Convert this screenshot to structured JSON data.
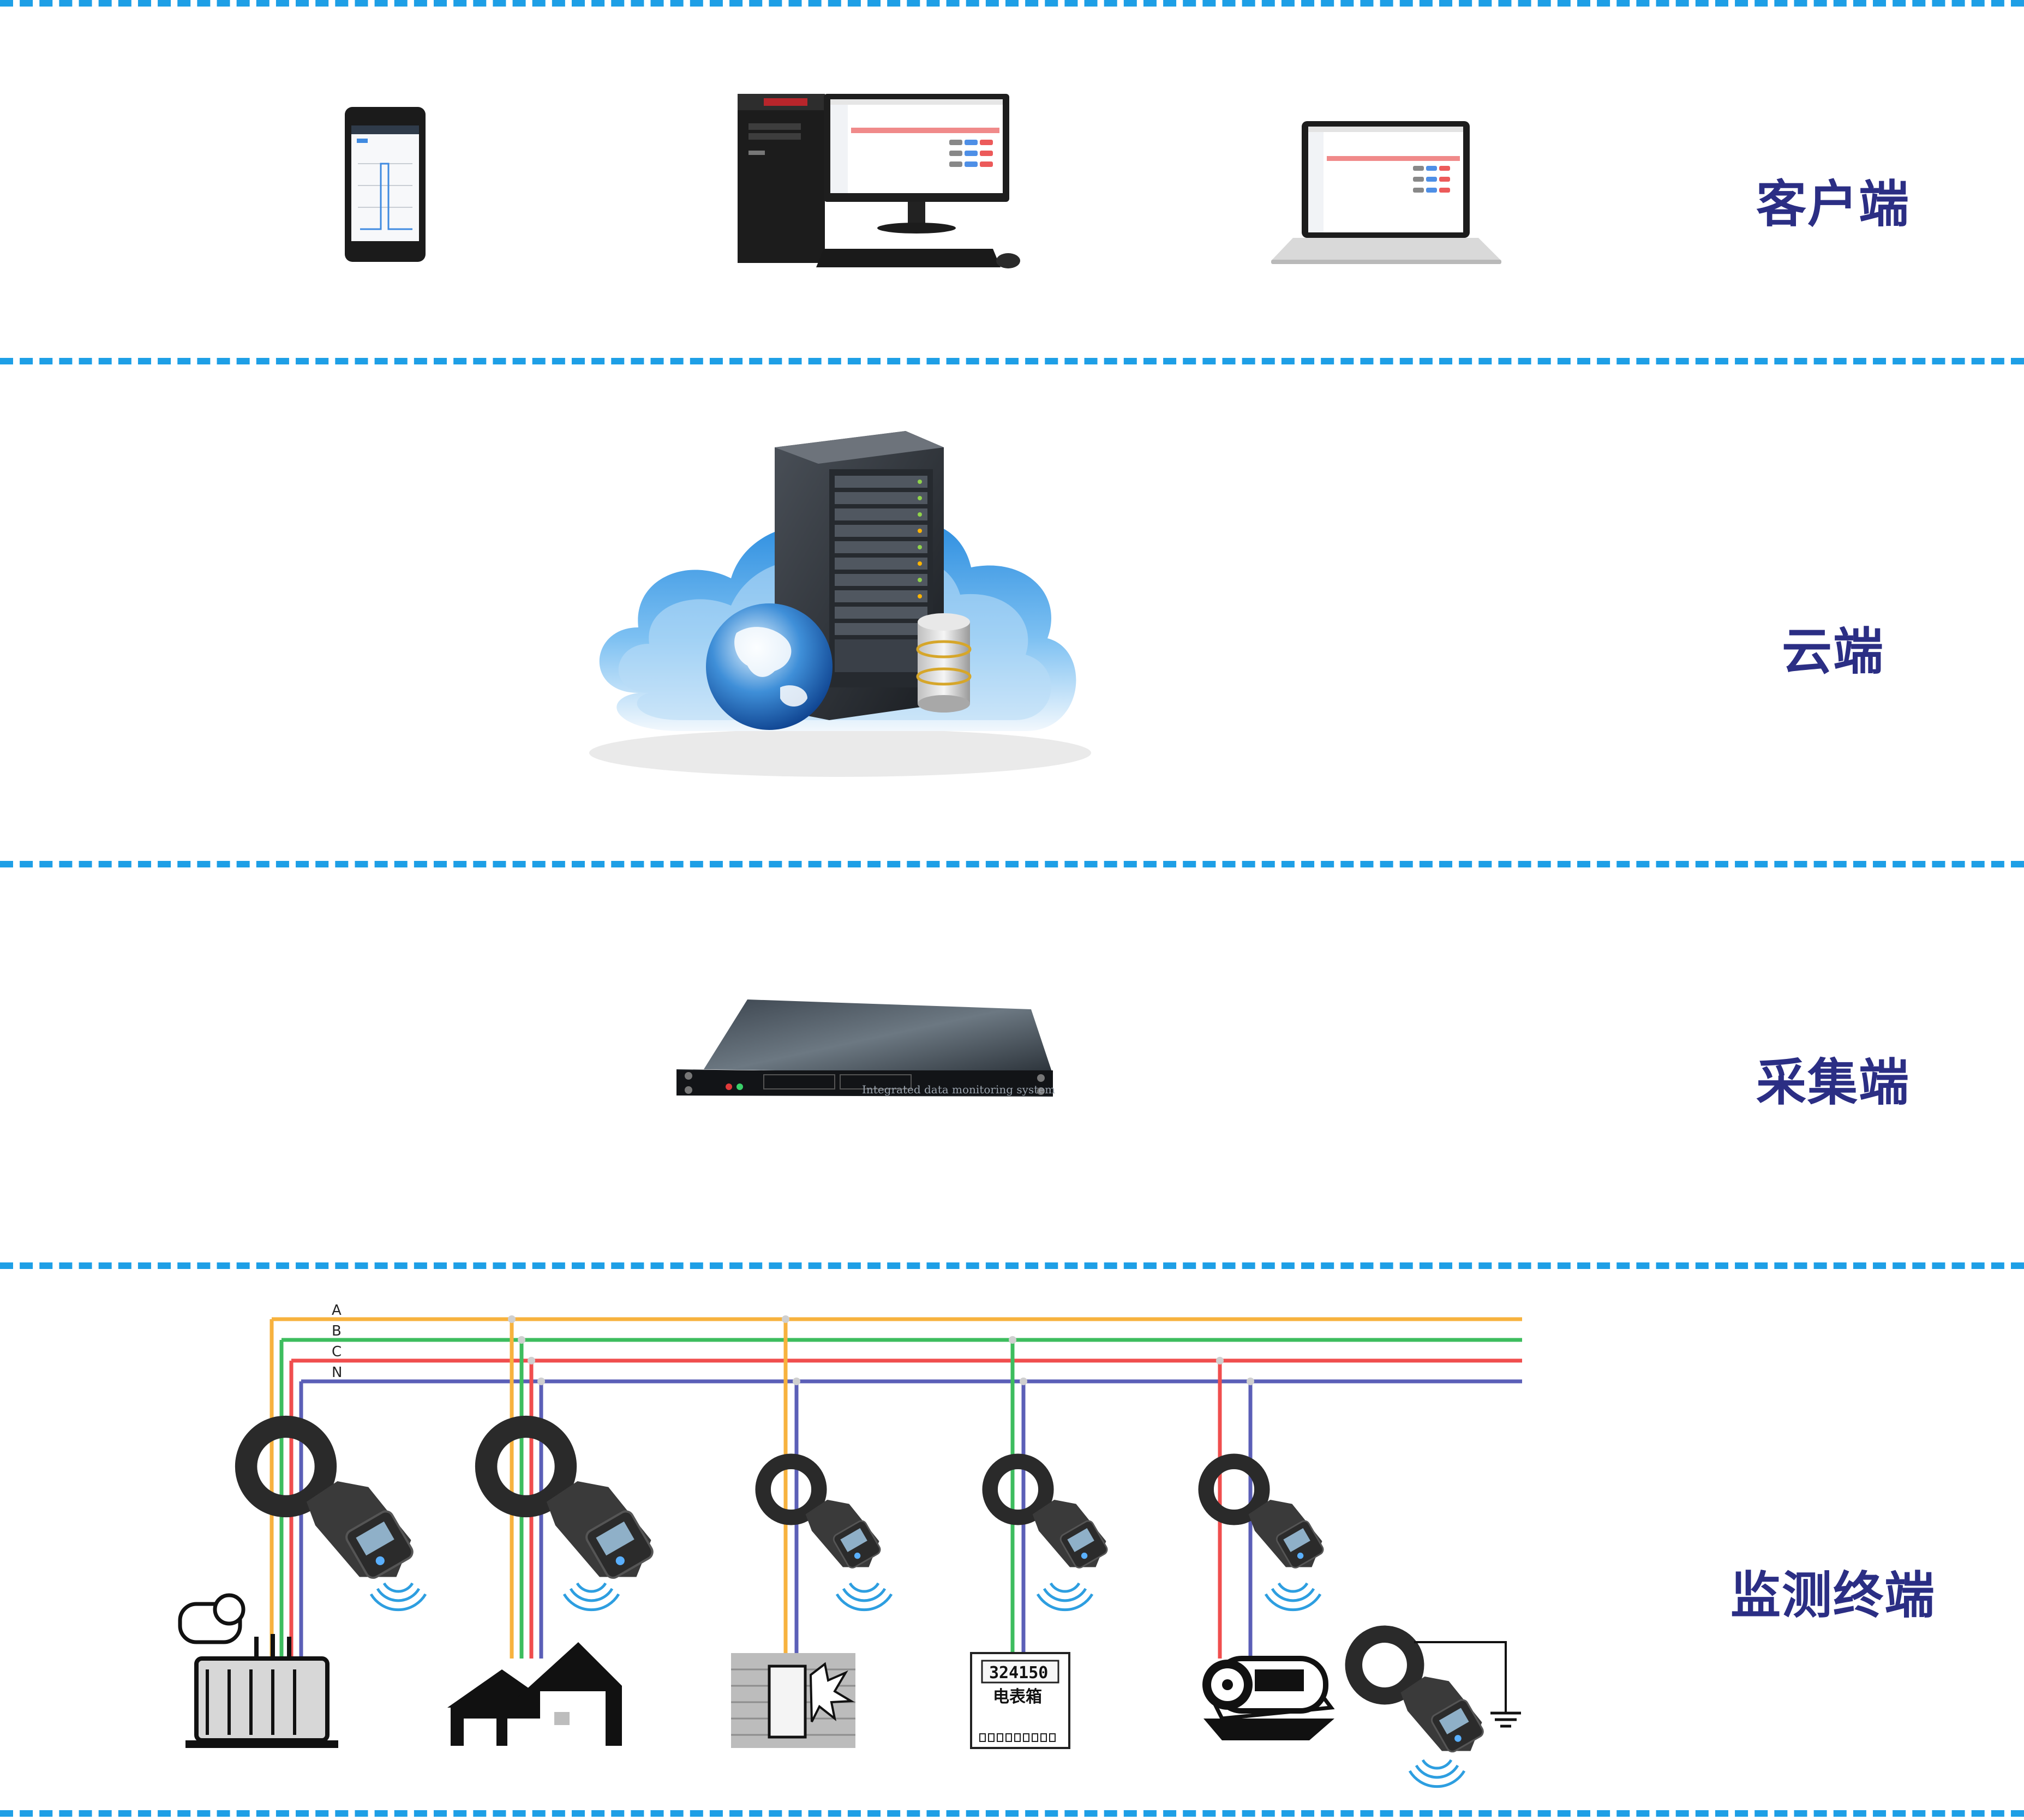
{
  "layers": [
    {
      "id": "client",
      "label": "客户端"
    },
    {
      "id": "cloud",
      "label": "云端"
    },
    {
      "id": "collector",
      "label": "采集端"
    },
    {
      "id": "terminal",
      "label": "监测终端"
    }
  ],
  "wires": [
    {
      "label": "A",
      "color": "#f7b23e"
    },
    {
      "label": "B",
      "color": "#3dbd5e"
    },
    {
      "label": "C",
      "color": "#f04e4e"
    },
    {
      "label": "N",
      "color": "#5b5fb7"
    }
  ],
  "collector_device": {
    "text": "Integrated data monitoring system"
  },
  "meter_box": {
    "reading": "324150",
    "label": "电表箱"
  },
  "colors": {
    "divider": "#1e9fe6",
    "label": "#2b2e84",
    "cloud": "#3aa0e8"
  },
  "icons": [
    "smartphone-icon",
    "desktop-computer-icon",
    "laptop-icon",
    "cloud-server-icon",
    "globe-icon",
    "database-icon",
    "rack-collector-icon",
    "clamp-sensor-icon",
    "transformer-icon",
    "house-icon",
    "leakage-wall-icon",
    "electric-meter-box-icon",
    "motor-icon",
    "ground-symbol-icon",
    "wireless-signal-icon"
  ]
}
